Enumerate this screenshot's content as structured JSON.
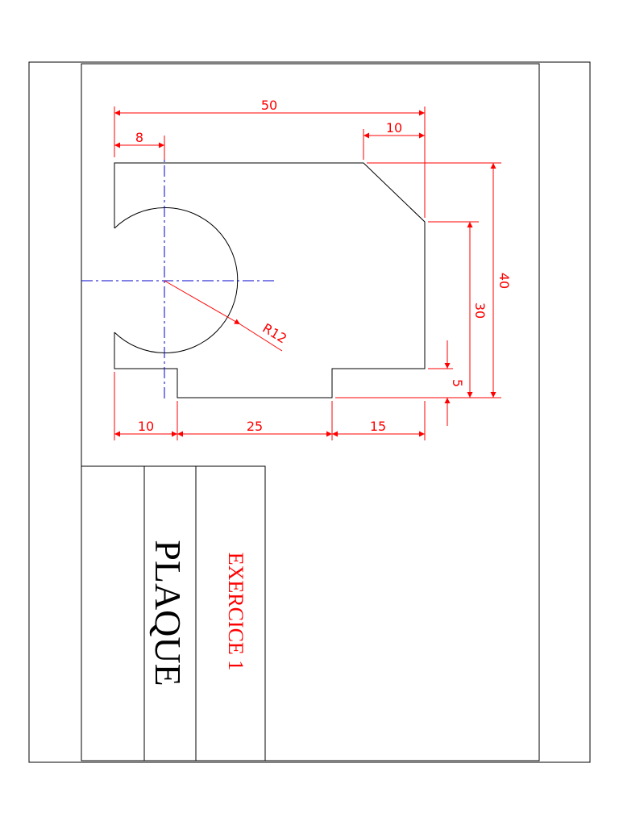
{
  "drawing": {
    "colors": {
      "outline": "#000000",
      "dimension": "#ff0000",
      "center_line": "#0000cc"
    },
    "dimensions": {
      "overall_width": "50",
      "chamfer": "10",
      "slot_offset": "8",
      "total_height": "40",
      "right_height": "30",
      "step": "5",
      "radius": "R12",
      "bottom_left": "10",
      "bottom_mid": "25",
      "bottom_right": "15"
    }
  },
  "title_block": {
    "name": "PLAQUE",
    "exercise": "EXERCICE 1",
    "name_color": "#000000",
    "exercise_color": "#ff0000"
  }
}
